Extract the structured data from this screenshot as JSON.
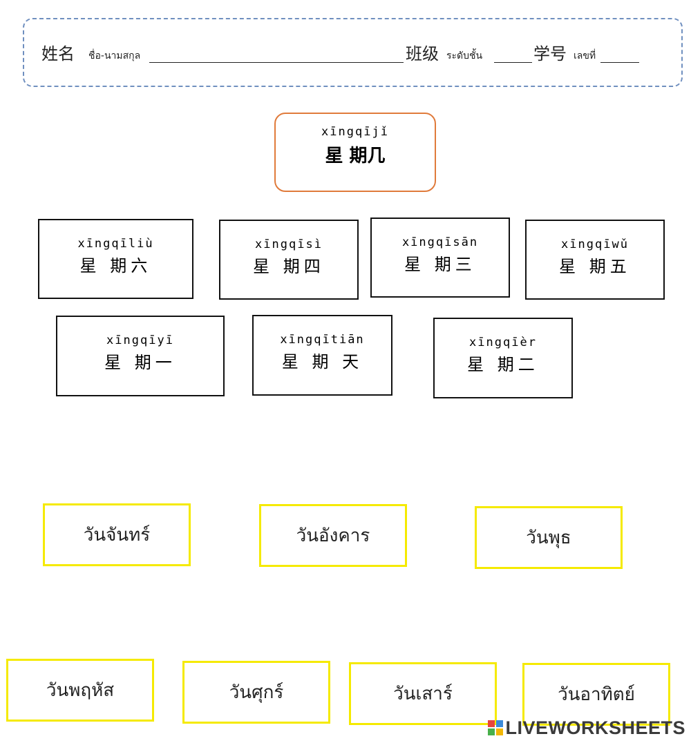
{
  "header": {
    "name_zh": "姓名",
    "name_th": "ชื่อ-นามสกุล",
    "class_zh": "班级",
    "class_th": "ระดับชั้น",
    "number_zh": "学号",
    "number_th": "เลขที่"
  },
  "title": {
    "pinyin": "xīngqījǐ",
    "hanzi": "星 期几"
  },
  "chinese_cards": [
    {
      "pinyin": "xīngqīliù",
      "hanzi": "星 期六"
    },
    {
      "pinyin": "xīngqīsì",
      "hanzi": "星 期四"
    },
    {
      "pinyin": "xīngqīsān",
      "hanzi": "星 期三"
    },
    {
      "pinyin": "xīngqīwǔ",
      "hanzi": "星 期五"
    },
    {
      "pinyin": "xīngqīyī",
      "hanzi": "星 期一"
    },
    {
      "pinyin": "xīngqītiān",
      "hanzi": "星 期 天"
    },
    {
      "pinyin": "xīngqīèr",
      "hanzi": "星 期二"
    }
  ],
  "thai_boxes": [
    "วันจันทร์",
    "วันอังคาร",
    "วันพุธ",
    "วันพฤหัส",
    "วันศุกร์",
    "วันเสาร์",
    "วันอาทิตย์"
  ],
  "brand": {
    "text": "LIVEWORKSHEETS",
    "logo_colors": [
      "#e8453c",
      "#3b8ad9",
      "#48b04b",
      "#f2b705"
    ]
  }
}
